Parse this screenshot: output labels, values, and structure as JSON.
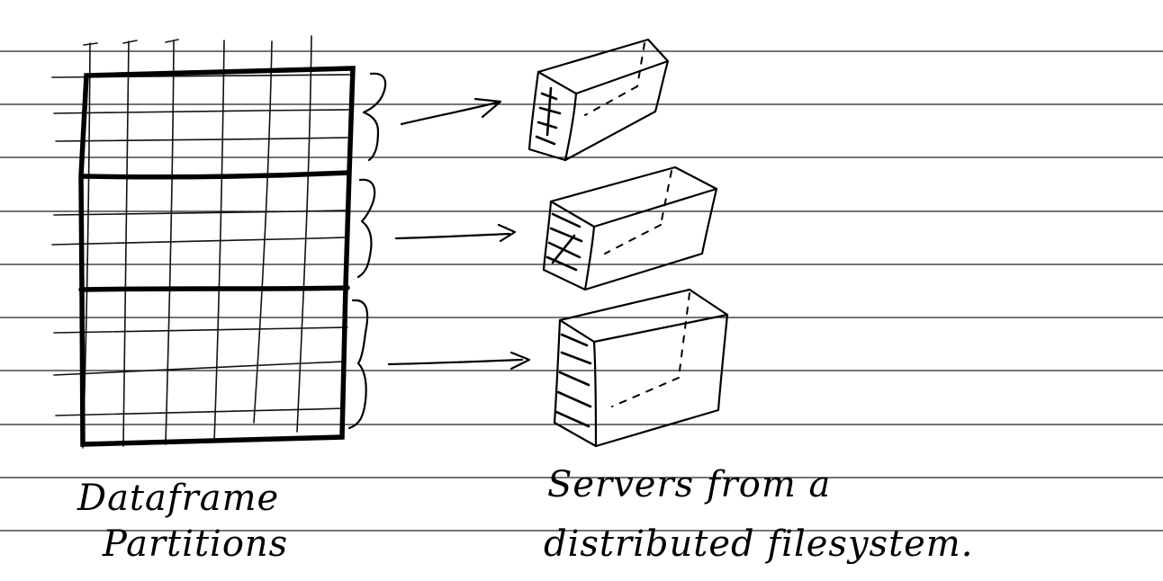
{
  "dataframe": {
    "label_line1": "Dataframe",
    "label_line2": "Partitions",
    "partition_count": 3
  },
  "servers": {
    "label_line1": "Servers from a",
    "label_line2": "distributed filesystem."
  },
  "colors": {
    "ink": "#000000",
    "paper": "#ffffff",
    "ruled_line": "#222222"
  }
}
